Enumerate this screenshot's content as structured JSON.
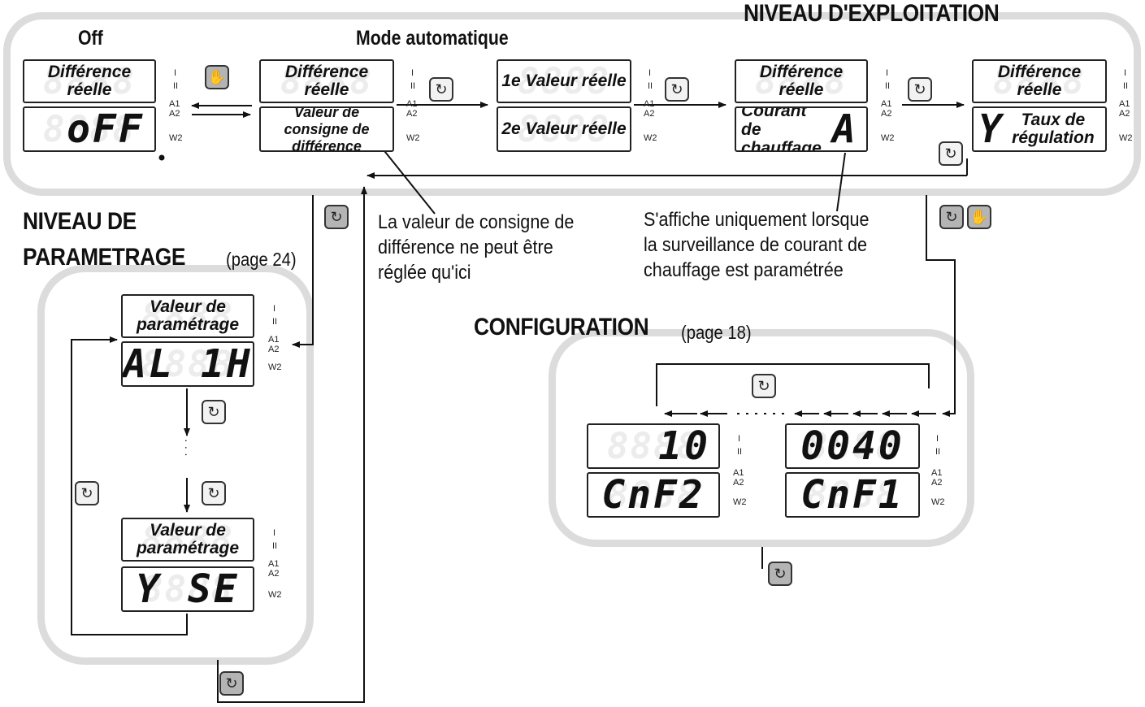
{
  "headings": {
    "niveau_exploitation": "NIVEAU D'EXPLOITATION",
    "niveau_parametrage_1": "NIVEAU DE",
    "niveau_parametrage_2": "PARAMETRAGE",
    "parametrage_page": "(page 24)",
    "configuration": "CONFIGURATION",
    "configuration_page": "(page 18)"
  },
  "labels": {
    "off": "Off",
    "mode_automatique": "Mode automatique"
  },
  "notes": {
    "consigne": [
      "La valeur de consigne de",
      "différence ne peut être",
      "réglée qu'ici"
    ],
    "courant": [
      "S'affiche uniquement lorsque",
      "la surveillance de courant de",
      "chauffage est paramétrée"
    ]
  },
  "displays": {
    "d1_top": "Différence réelle",
    "d1_bottom": "oFF",
    "d2_top": "Différence réelle",
    "d2_bottom": "Valeur de consigne de différence",
    "d3_top": "1e Valeur réelle",
    "d3_bottom": "2e Valeur réelle",
    "d4_top": "Différence réelle",
    "d4_bottom_text": "Courant de chauffage",
    "d4_bottom_seg": "A",
    "d5_top": "Différence réelle",
    "d5_bottom_seg": "Y",
    "d5_bottom_text": "Taux de régulation",
    "p1_top": "Valeur de paramétrage",
    "p1_bottom": "AL 1H",
    "p2_top": "Valeur de paramétrage",
    "p2_bottom": "Y SE",
    "c1_top": "10",
    "c1_bottom": "CnF2",
    "c2_top": "0040",
    "c2_bottom": "CnF1",
    "ellipsis": "·  ·  ·"
  },
  "indicators": {
    "i": "I",
    "ii": "II",
    "a1": "A1",
    "a2": "A2",
    "w2": "W2"
  },
  "icons": {
    "cycle": "↻",
    "manual": "✋"
  }
}
